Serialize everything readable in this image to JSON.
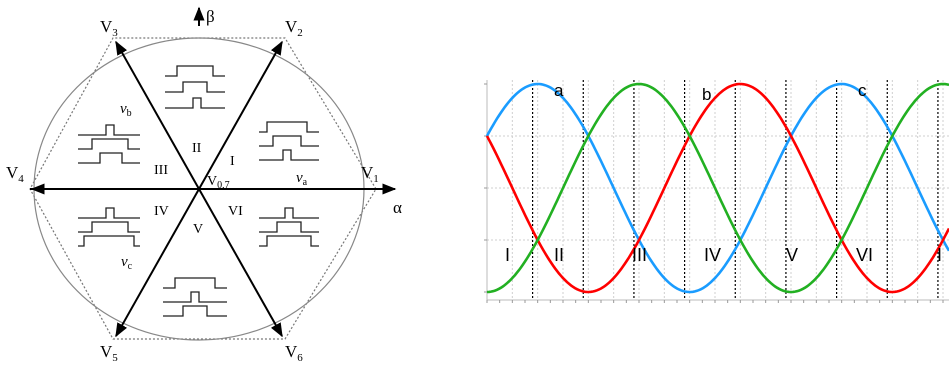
{
  "hexagon": {
    "vectors": {
      "V1": "V",
      "V1_sub": "1",
      "V2": "V",
      "V2_sub": "2",
      "V3": "V",
      "V3_sub": "3",
      "V4": "V",
      "V4_sub": "4",
      "V5": "V",
      "V5_sub": "5",
      "V6": "V",
      "V6_sub": "6",
      "V07": "V",
      "V07_sub": "0,7"
    },
    "axes": {
      "alpha": "α",
      "beta": "β"
    },
    "phase_vectors": {
      "va": "v",
      "va_sub": "a",
      "vb": "v",
      "vb_sub": "b",
      "vc": "v",
      "vc_sub": "c"
    },
    "sectors": [
      "I",
      "II",
      "III",
      "IV",
      "V",
      "VI"
    ]
  },
  "chart_data": {
    "type": "line",
    "series": [
      {
        "name": "a",
        "color": "#1a9cff",
        "phase_deg": 60
      },
      {
        "name": "b",
        "color": "#ff0000",
        "phase_deg": -60
      },
      {
        "name": "c",
        "color": "#22b022",
        "phase_deg": 180
      }
    ],
    "phase_labels": [
      "a",
      "b",
      "c"
    ],
    "sector_labels": [
      "I",
      "II",
      "III",
      "IV",
      "V",
      "VI",
      "I"
    ],
    "grid": true
  }
}
